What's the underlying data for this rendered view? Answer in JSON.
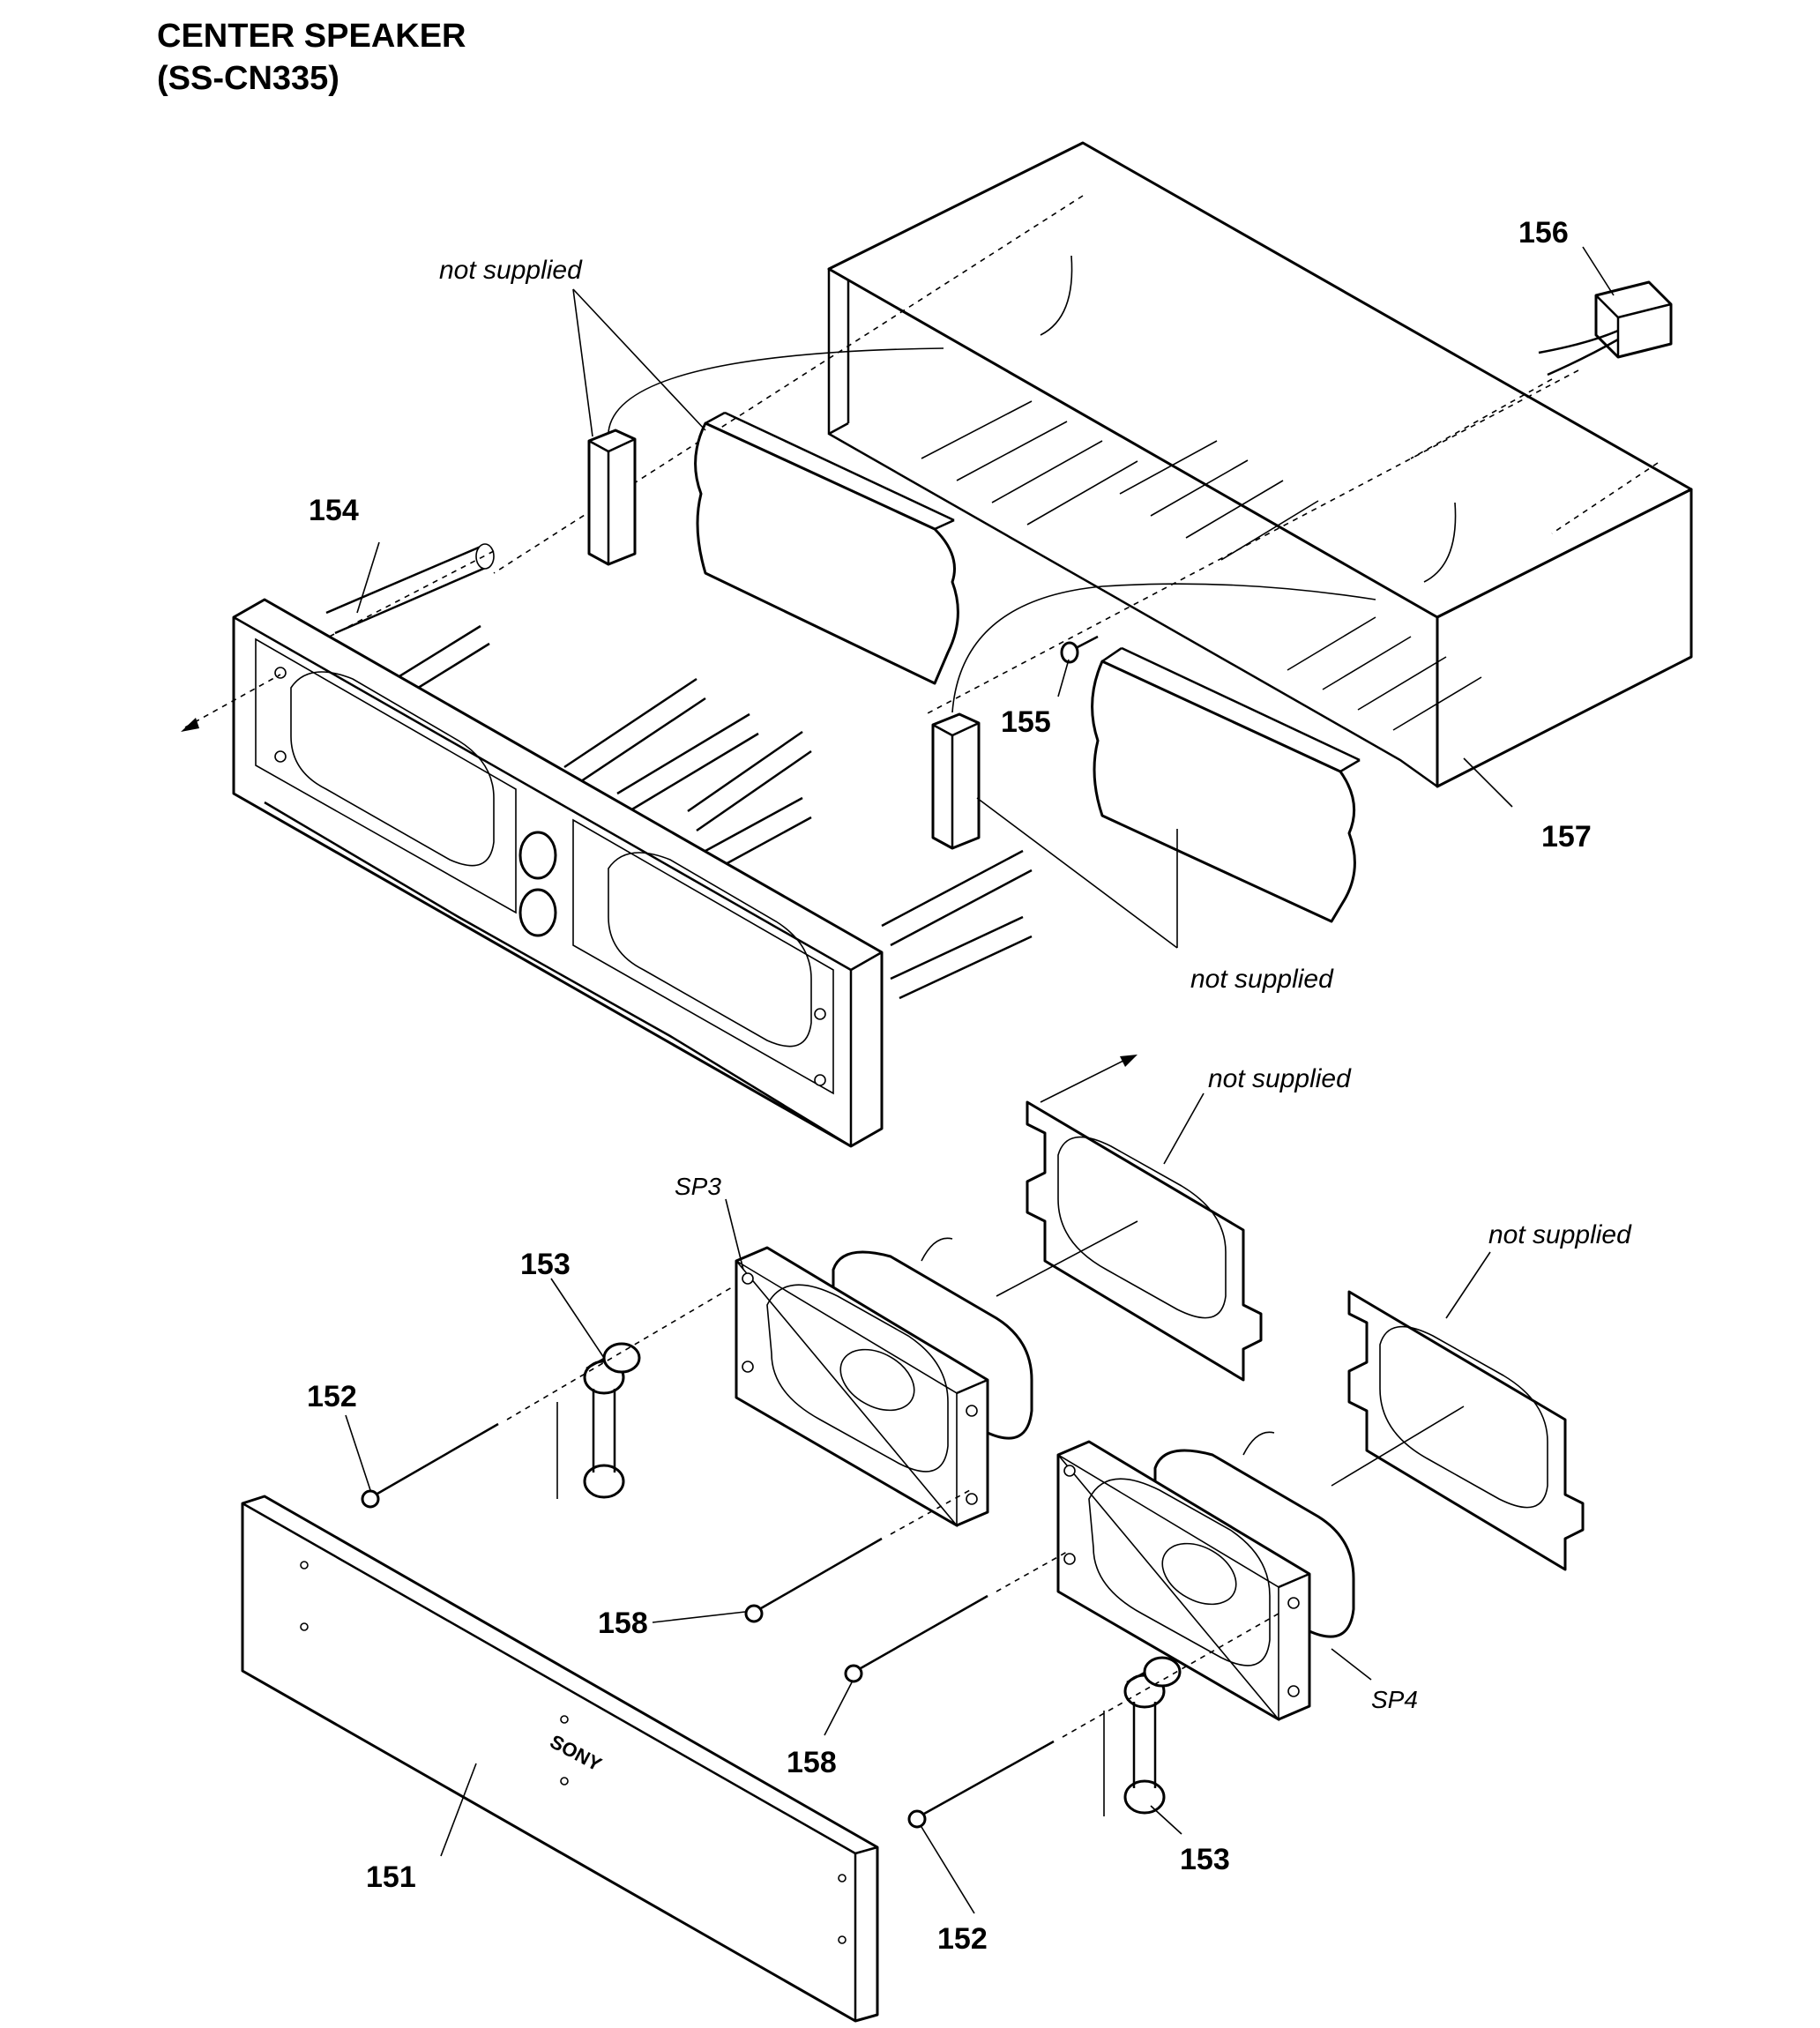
{
  "title": {
    "line1": "CENTER SPEAKER",
    "line2": "(SS-CN335)"
  },
  "part_numbers": {
    "p151": "151",
    "p152a": "152",
    "p152b": "152",
    "p153a": "153",
    "p153b": "153",
    "p154": "154",
    "p155": "155",
    "p156": "156",
    "p157": "157",
    "p158a": "158",
    "p158b": "158"
  },
  "speaker_labels": {
    "sp3": "SP3",
    "sp4": "SP4"
  },
  "notes": {
    "ns1": "not supplied",
    "ns2": "not supplied",
    "ns3": "not supplied",
    "ns4": "not supplied"
  },
  "brand_mark": "SONY"
}
